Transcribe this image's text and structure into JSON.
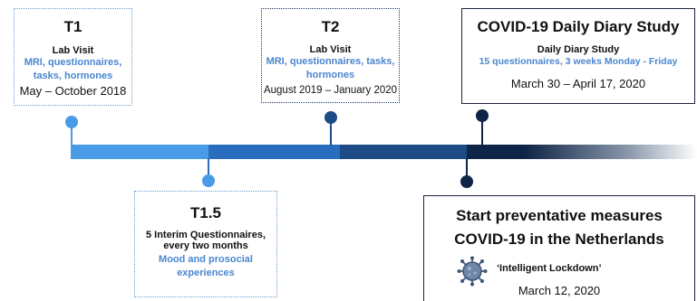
{
  "colors": {
    "light_blue": "#4a9be6",
    "mid_blue": "#2a6dbf",
    "dark_blue": "#1d4b86",
    "navy": "#0e2547"
  },
  "t1": {
    "title": "T1",
    "subtitle": "Lab Visit",
    "details_line1": "MRI, questionnaires,",
    "details_line2": "tasks, hormones",
    "dates": "May – October 2018"
  },
  "t2": {
    "title": "T2",
    "subtitle": "Lab Visit",
    "details_line1": "MRI, questionnaires, tasks,",
    "details_line2": "hormones",
    "dates": "August 2019 – January 2020"
  },
  "covid_study": {
    "title": "COVID-19 Daily Diary Study",
    "subtitle": "Daily Diary Study",
    "details": "15 questionnaires, 3 weeks Monday - Friday",
    "dates": "March 30 – April 17, 2020"
  },
  "t15": {
    "title": "T1.5",
    "line1": "5 Interim Questionnaires,",
    "line2": "every two months",
    "details_line1": "Mood and prosocial",
    "details_line2": "experiences"
  },
  "measures": {
    "title_line1": "Start preventative measures",
    "title_line2": "COVID-19 in the Netherlands",
    "label": "‘Intelligent Lockdown’",
    "date": "March 12, 2020",
    "icon": "coronavirus-icon"
  }
}
